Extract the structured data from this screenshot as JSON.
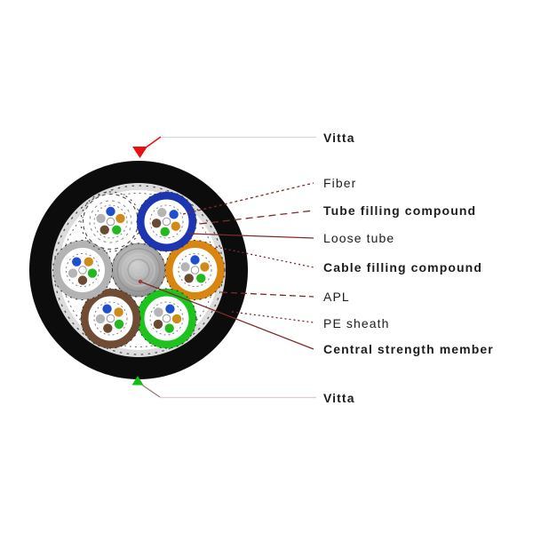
{
  "figure": {
    "type": "fiber-optic-cable-cross-section",
    "labels": [
      {
        "id": "vitta-top",
        "text": "Vitta"
      },
      {
        "id": "fiber",
        "text": "Fiber"
      },
      {
        "id": "tube-filling-compound",
        "text": "Tube filling compound"
      },
      {
        "id": "loose-tube",
        "text": "Loose tube"
      },
      {
        "id": "cable-filling-compound",
        "text": "Cable filling compound"
      },
      {
        "id": "apl",
        "text": "APL"
      },
      {
        "id": "pe-sheath",
        "text": "PE sheath"
      },
      {
        "id": "central-strength-member",
        "text": "Central strength member"
      },
      {
        "id": "vitta-bottom",
        "text": "Vitta"
      }
    ],
    "markers": {
      "vitta_top_triangle": "red-down-triangle",
      "vitta_top_color": "#e81010",
      "vitta_bottom_triangle": "green-up-triangle",
      "vitta_bottom_color": "#12c012"
    },
    "colors": {
      "pe_sheath": "#0c0c0c",
      "apl_ring": "#dcdcdc",
      "cable_filling": "#ffffff",
      "leader_line": "#7d2b2b",
      "leader_line_light": "#ddd0cb",
      "loose_tube_blue": "#1d35b0",
      "loose_tube_orange": "#d8860f",
      "loose_tube_green": "#1ec41e",
      "loose_tube_brown": "#6f4c33",
      "loose_tube_gray": "#b3b3b3",
      "loose_tube_white": "#ffffff",
      "central_member": "#a9a9a9",
      "fiber_blue": "#1d4fd0",
      "fiber_orange": "#cf8a1a",
      "fiber_green": "#22b81f",
      "fiber_brown": "#6b4a32",
      "fiber_gray": "#b5b5b5"
    },
    "tube_layout": {
      "right": "orange",
      "bottom_right": "green",
      "bottom_left": "brown",
      "left": "gray",
      "top_left": "white",
      "top_right": "blue"
    }
  }
}
